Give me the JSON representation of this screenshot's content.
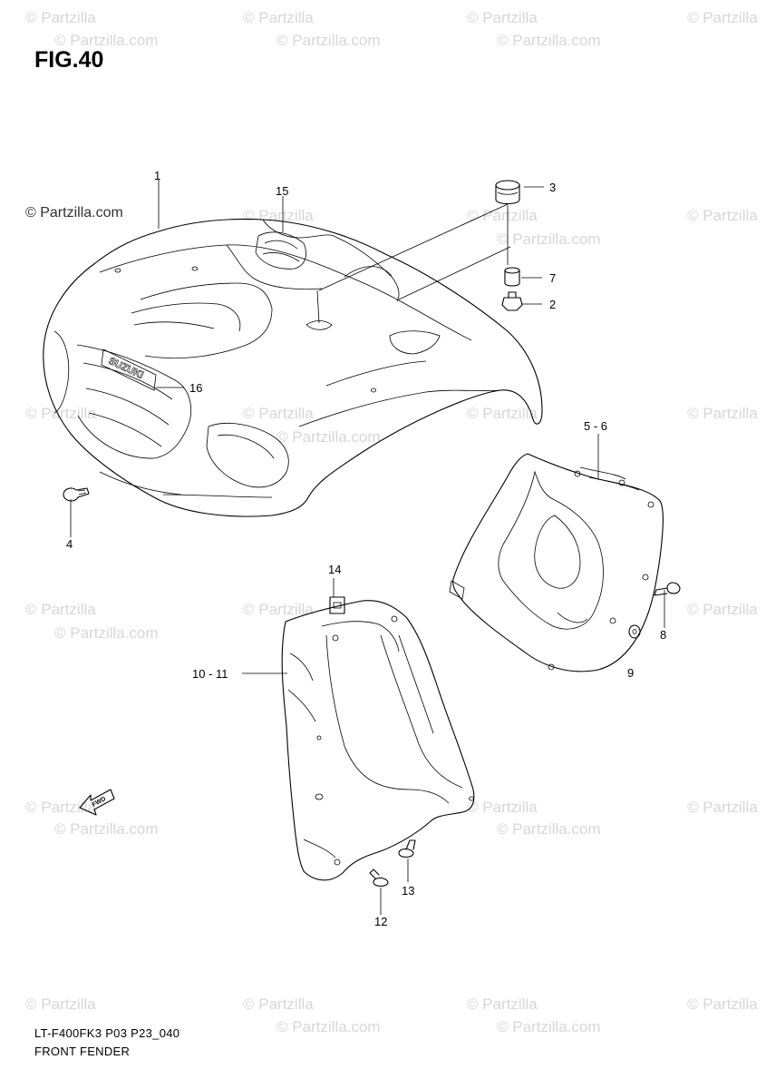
{
  "figure": {
    "title": "FIG.40",
    "model_code": "LT-F400FK3 P03 P23_040",
    "caption": "FRONT FENDER"
  },
  "watermark": {
    "text": "© Partzilla.com",
    "short_text": "© Partzilla"
  },
  "callouts": {
    "c1": "1",
    "c2": "2",
    "c3": "3",
    "c4": "4",
    "c5_6": "5 - 6",
    "c7": "7",
    "c8": "8",
    "c9": "9",
    "c10_11": "10 - 11",
    "c12": "12",
    "c13": "13",
    "c14": "14",
    "c15": "15",
    "c16": "16"
  },
  "labels": {
    "fender_logo": "SUZUKI",
    "fwd_arrow": "FWD"
  }
}
